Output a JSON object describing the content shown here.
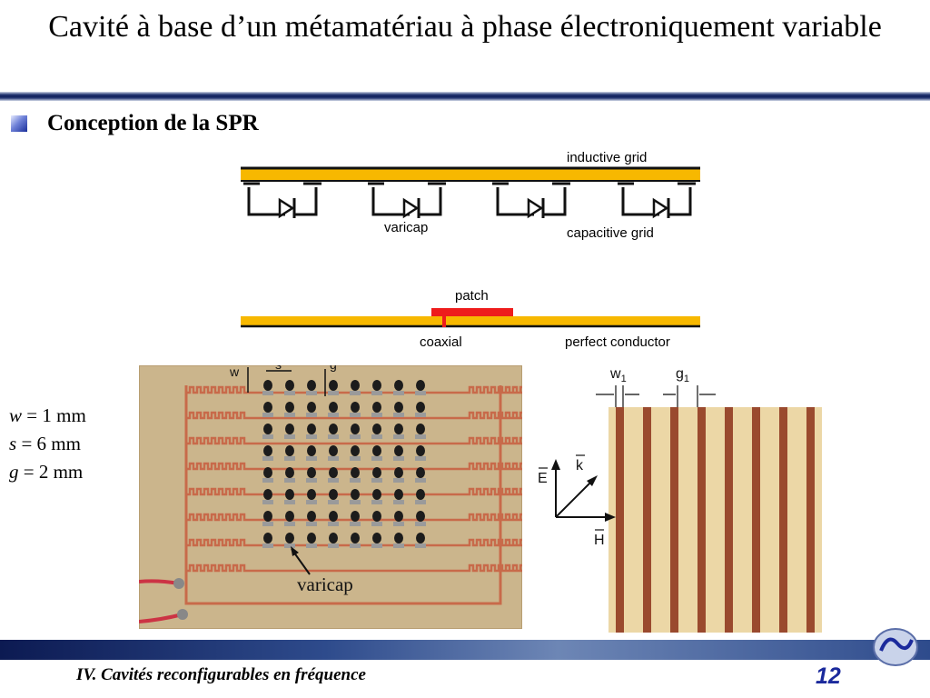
{
  "slide": {
    "title": "Cavité à base d’un métamatériau à phase électroniquement variable",
    "section_heading": "Conception de la SPR",
    "footer": "IV. Cavités reconfigurables en fréquence",
    "page_number": "12"
  },
  "diagram_top": {
    "inductive_grid": "inductive grid",
    "varicap": "varicap",
    "capacitive_grid": "capacitive grid",
    "colors": {
      "grid": "#f7b800",
      "line": "#111111"
    }
  },
  "diagram_mid": {
    "patch": "patch",
    "coaxial": "coaxial",
    "perfect_conductor": "perfect conductor",
    "colors": {
      "patch": "#ee1c1c",
      "substrate": "#f7b800"
    }
  },
  "photo_left": {
    "label_w": "w",
    "label_s": "s",
    "label_g": "g",
    "varicap_label": "varicap",
    "colors": {
      "board": "#cbb58c",
      "trace": "#c86a4a",
      "component": "#1c1c1c"
    }
  },
  "params": {
    "w": {
      "symbol": "w",
      "value": " = 1 mm"
    },
    "s": {
      "symbol": "s",
      "value": " = 6 mm"
    },
    "g": {
      "symbol": "g",
      "value": " = 2 mm"
    }
  },
  "photo_right": {
    "label_w1": "w",
    "label_w1_sub": "1",
    "label_g1": "g",
    "label_g1_sub": "1",
    "vector_E": "E",
    "vector_k": "k",
    "vector_H": "H",
    "colors": {
      "board": "#ecd7a6",
      "strip": "#9a4a2e"
    }
  }
}
